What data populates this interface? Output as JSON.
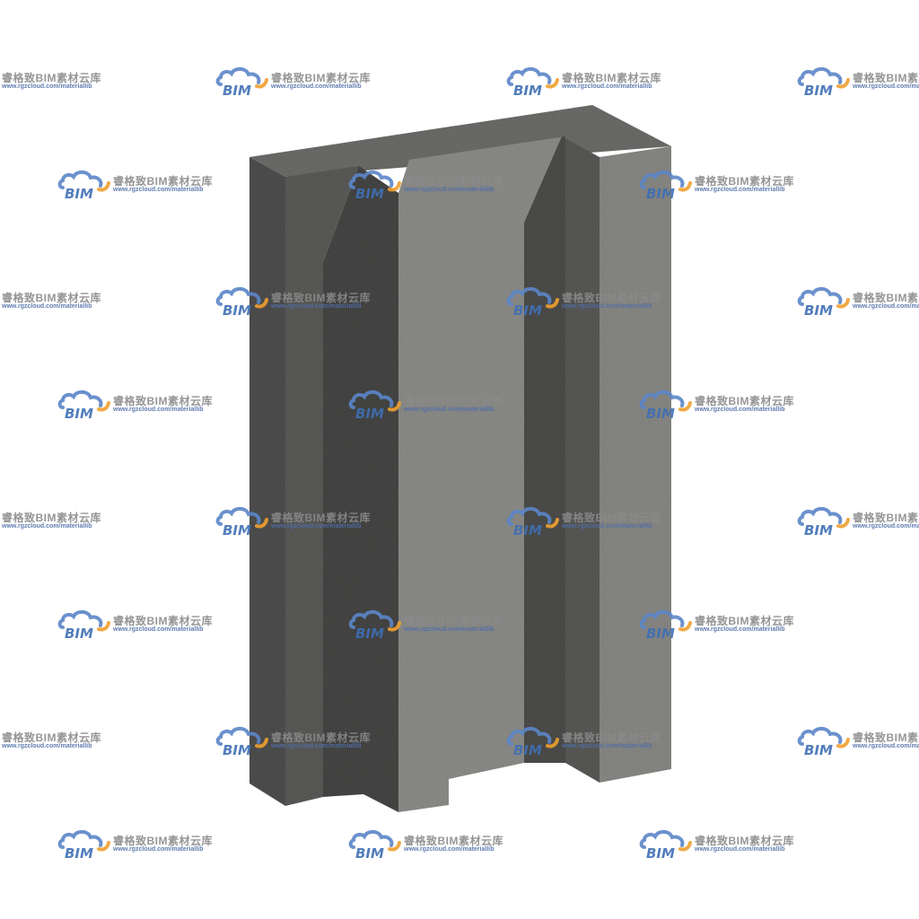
{
  "watermark": {
    "logo_text": "BIM",
    "brand": "睿格致BIM素材云库",
    "url": "www.rgzcloud.com/materiallib",
    "cloud_color": "#5b86c8",
    "swoosh_color": "#f0a030",
    "text_color": "#3f6fb5"
  },
  "object": {
    "description_icon": "concrete-block-icon",
    "front_color": "#8e8e8b",
    "side_color": "#5a5a58",
    "top_color": "#6e6e6c",
    "groove_color": "#4a4a48"
  }
}
